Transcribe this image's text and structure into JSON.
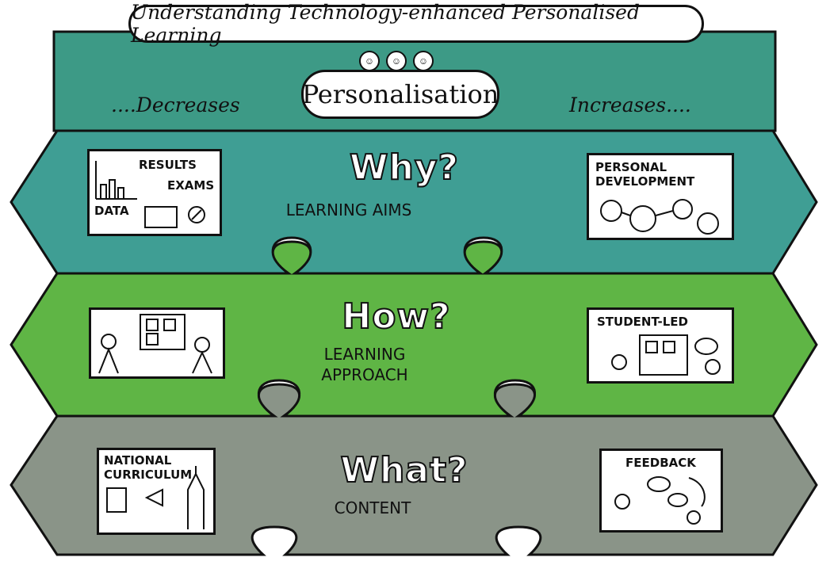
{
  "title": "Understanding Technology-enhanced Personalised Learning",
  "header": {
    "left_label": "....Decreases",
    "center_label": "Personalisation",
    "right_label": "Increases....",
    "color": "#3d9a86"
  },
  "bands": [
    {
      "question": "Why?",
      "subtitle": "Learning Aims",
      "color": "#3f9e94",
      "left_card": {
        "labels": [
          "Results",
          "Exams",
          "Data"
        ]
      },
      "right_card": {
        "labels": [
          "Personal Development"
        ]
      }
    },
    {
      "question": "How?",
      "subtitle": "Learning Approach",
      "color": "#5fb545",
      "left_card": {
        "labels": []
      },
      "right_card": {
        "labels": [
          "Student-Led"
        ]
      }
    },
    {
      "question": "What?",
      "subtitle": "Content",
      "color": "#8a9488",
      "left_card": {
        "labels": [
          "National Curriculum"
        ]
      },
      "right_card": {
        "labels": [
          "Feedback"
        ]
      }
    }
  ]
}
